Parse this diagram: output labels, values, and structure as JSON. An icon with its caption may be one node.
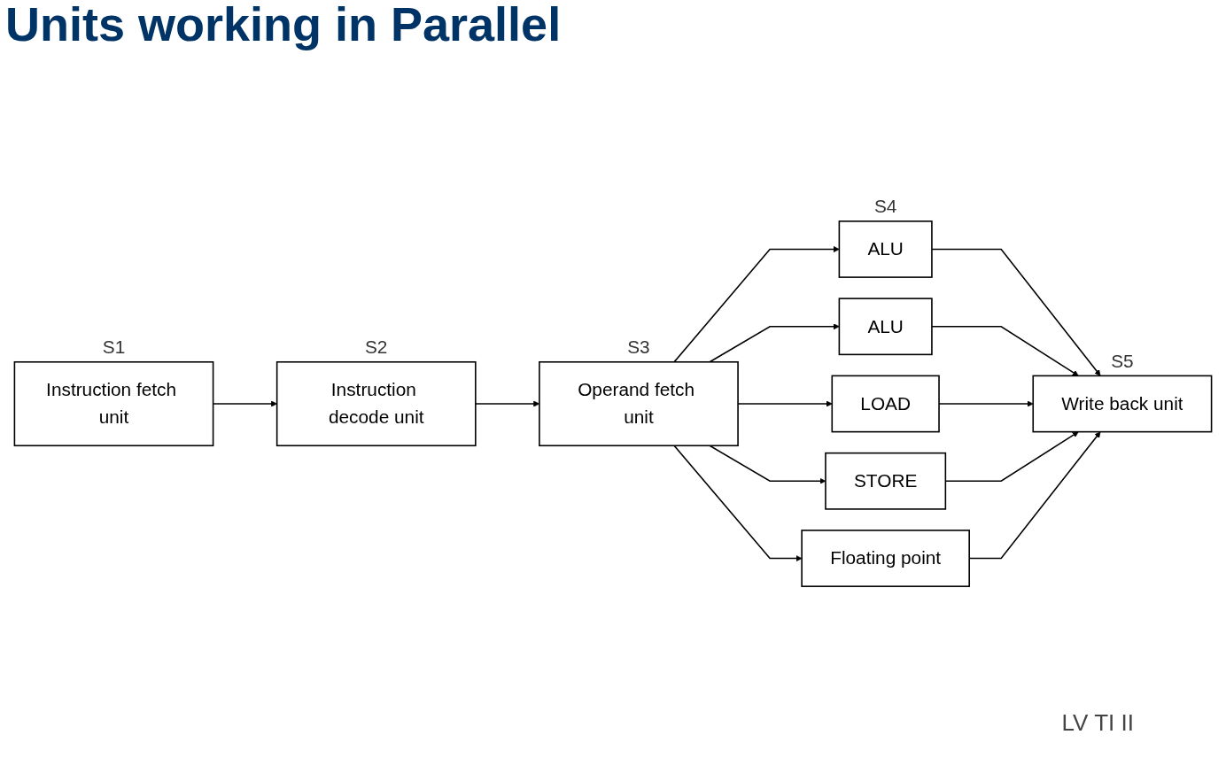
{
  "diagram": {
    "title": "Units working in Parallel",
    "nodes": [
      {
        "text": [
          "Instruction fetch unit"
        ],
        "beside": [
          "S1"
        ]
      },
      {
        "text": [
          "Instruction decode unit"
        ],
        "beside": [
          "S2"
        ]
      },
      {
        "text": [
          "Operand fetch unit"
        ],
        "beside": [
          "S3"
        ]
      },
      {
        "text": [
          "ALU"
        ]
      },
      {
        "text": [
          "ALU"
        ]
      },
      {
        "text": [
          "LOAD"
        ]
      },
      {
        "text": [
          "STORE"
        ]
      },
      {
        "text": [
          "Floating point"
        ]
      },
      {
        "text": [
          "Write back unit"
        ],
        "beside": [
          "S5"
        ]
      }
    ],
    "edges": [
      {
        "from": 0,
        "to": 1,
        "arrow": "to"
      },
      {
        "from": 1,
        "to": 2,
        "arrow": "to"
      },
      {
        "from": 2,
        "to": 3,
        "arrow": "to"
      },
      {
        "from": 2,
        "to": 4,
        "arrow": "to"
      },
      {
        "from": 2,
        "to": 5,
        "arrow": "to"
      },
      {
        "from": 2,
        "to": 6,
        "arrow": "to"
      },
      {
        "from": 2,
        "to": 7,
        "arrow": "to"
      },
      {
        "from": 3,
        "to": 8,
        "arrow": "to"
      },
      {
        "from": 4,
        "to": 8,
        "arrow": "to"
      },
      {
        "from": 5,
        "to": 8,
        "arrow": "to"
      },
      {
        "from": 6,
        "to": 8,
        "arrow": "to"
      },
      {
        "from": 7,
        "to": 8,
        "arrow": "to"
      }
    ],
    "labels": [
      "S4",
      "LV TI II"
    ]
  }
}
